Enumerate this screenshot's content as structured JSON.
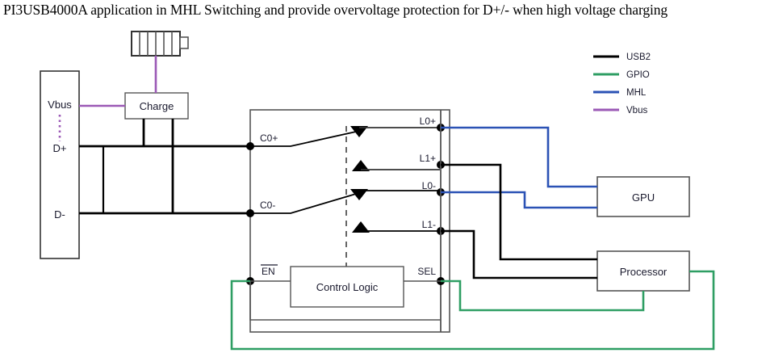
{
  "title": "PI3USB4000A application in MHL Switching and provide overvoltage protection for D+/- when high voltage charging",
  "colors": {
    "usb2": "#000000",
    "gpio": "#2e9e63",
    "mhl": "#2b52b5",
    "vbus": "#9b59b6",
    "outline": "#4a4a4a",
    "text": "#1a1a2e"
  },
  "legend": {
    "items": [
      {
        "label": "USB2",
        "color": "#000000"
      },
      {
        "label": "GPIO",
        "color": "#2e9e63"
      },
      {
        "label": "MHL",
        "color": "#2b52b5"
      },
      {
        "label": "Vbus",
        "color": "#9b59b6"
      }
    ]
  },
  "connector": {
    "pins": [
      {
        "label": "Vbus",
        "signal": "vbus"
      },
      {
        "label": "D+",
        "signal": "usb2"
      },
      {
        "label": "D-",
        "signal": "usb2"
      }
    ]
  },
  "blocks": {
    "charge": "Charge",
    "control_logic": "Control Logic",
    "gpu": "GPU",
    "processor": "Processor",
    "battery": "battery-icon"
  },
  "ic": {
    "left_pins": [
      {
        "label": "C0+"
      },
      {
        "label": "C0-"
      }
    ],
    "right_pins": [
      {
        "label": "L0+",
        "signal": "mhl"
      },
      {
        "label": "L1+",
        "signal": "usb2"
      },
      {
        "label": "L0-",
        "signal": "mhl"
      },
      {
        "label": "L1-",
        "signal": "usb2"
      }
    ],
    "control_pins": [
      {
        "label": "EN",
        "overline": true,
        "signal": "gpio"
      },
      {
        "label": "SEL",
        "overline": false,
        "signal": "gpio"
      }
    ]
  }
}
